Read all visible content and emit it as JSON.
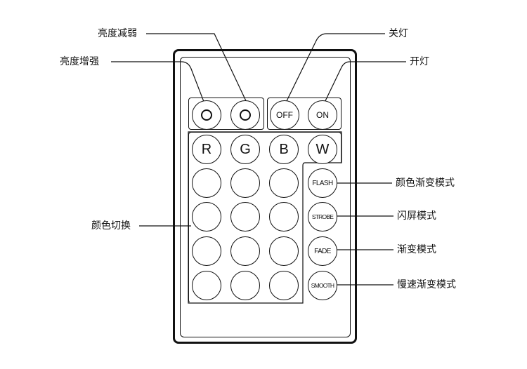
{
  "labels": {
    "brightness_down": "亮度减弱",
    "brightness_up": "亮度增强",
    "off": "关灯",
    "on": "开灯",
    "color_switch": "颜色切换",
    "flash_mode": "颜色渐变模式",
    "strobe_mode": "闪屏模式",
    "fade_mode": "渐变模式",
    "smooth_mode": "慢速渐变模式"
  },
  "buttons": {
    "off": "OFF",
    "on": "ON",
    "red": "R",
    "green": "G",
    "blue": "B",
    "white": "W",
    "flash": "FLASH",
    "strobe": "STROBE",
    "fade": "FADE",
    "smooth": "SMOOTH"
  },
  "color": {
    "stroke": "#111111",
    "background": "#ffffff"
  }
}
